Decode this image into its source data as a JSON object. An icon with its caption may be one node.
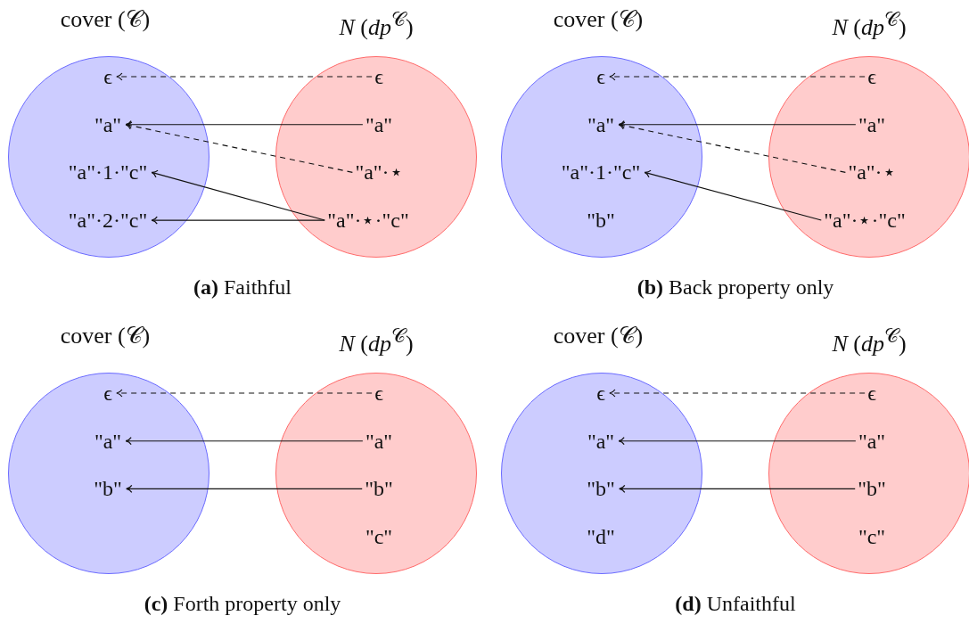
{
  "diagram": {
    "nodes": [
      {
        "text": [
          "cover (𝒞)"
        ]
      },
      {
        "text": [
          "ϵ"
        ],
        "in": 0
      },
      {
        "text": [
          "\"a\""
        ],
        "in": 0
      },
      {
        "text": [
          "\"a\"·1·\"c\""
        ],
        "in": 0
      },
      {
        "text": [
          "\"a\"·2·\"c\""
        ],
        "in": 0
      },
      {
        "text": [
          "*N* (*dp*$^{𝒞}$)"
        ]
      },
      {
        "text": [
          "ϵ"
        ],
        "in": 5
      },
      {
        "text": [
          "\"a\""
        ],
        "in": 5
      },
      {
        "text": [
          "\"a\"·⋆"
        ],
        "in": 5
      },
      {
        "text": [
          "\"a\"·⋆·\"c\""
        ],
        "in": 5
      },
      {
        "text": [
          "cover (𝒞)"
        ]
      },
      {
        "text": [
          "ϵ"
        ],
        "in": 10
      },
      {
        "text": [
          "\"a\""
        ],
        "in": 10
      },
      {
        "text": [
          "\"a\"·1·\"c\""
        ],
        "in": 10
      },
      {
        "text": [
          "\"b\""
        ],
        "in": 10
      },
      {
        "text": [
          "*N* (*dp*$^{𝒞}$)"
        ]
      },
      {
        "text": [
          "ϵ"
        ],
        "in": 15
      },
      {
        "text": [
          "\"a\""
        ],
        "in": 15
      },
      {
        "text": [
          "\"a\"·⋆"
        ],
        "in": 15
      },
      {
        "text": [
          "\"a\"·⋆·\"c\""
        ],
        "in": 15
      },
      {
        "text": [
          "cover (𝒞)"
        ]
      },
      {
        "text": [
          "ϵ"
        ],
        "in": 20
      },
      {
        "text": [
          "\"a\""
        ],
        "in": 20
      },
      {
        "text": [
          "\"b\""
        ],
        "in": 20
      },
      {
        "text": [
          "*N* (*dp*$^{𝒞}$)"
        ]
      },
      {
        "text": [
          "ϵ"
        ],
        "in": 24
      },
      {
        "text": [
          "\"a\""
        ],
        "in": 24
      },
      {
        "text": [
          "\"b\""
        ],
        "in": 24
      },
      {
        "text": [
          "\"c\""
        ],
        "in": 24
      },
      {
        "text": [
          "cover (𝒞)"
        ]
      },
      {
        "text": [
          "ϵ"
        ],
        "in": 29
      },
      {
        "text": [
          "\"a\""
        ],
        "in": 29
      },
      {
        "text": [
          "\"b\""
        ],
        "in": 29
      },
      {
        "text": [
          "\"d\""
        ],
        "in": 29
      },
      {
        "text": [
          "*N* (*dp*$^{𝒞}$)"
        ]
      },
      {
        "text": [
          "ϵ"
        ],
        "in": 34
      },
      {
        "text": [
          "\"a\""
        ],
        "in": 34
      },
      {
        "text": [
          "\"b\""
        ],
        "in": 34
      },
      {
        "text": [
          "\"c\""
        ],
        "in": 34
      }
    ],
    "edges": [
      {
        "from": 6,
        "to": 1,
        "arrow": "to",
        "style": "dashed"
      },
      {
        "from": 7,
        "to": 2,
        "arrow": "to"
      },
      {
        "from": 8,
        "to": 2,
        "arrow": "to",
        "style": "dashed"
      },
      {
        "from": 9,
        "to": 3,
        "arrow": "to"
      },
      {
        "from": 9,
        "to": 4,
        "arrow": "to"
      },
      {
        "from": 16,
        "to": 11,
        "arrow": "to",
        "style": "dashed"
      },
      {
        "from": 17,
        "to": 12,
        "arrow": "to"
      },
      {
        "from": 18,
        "to": 12,
        "arrow": "to",
        "style": "dashed"
      },
      {
        "from": 19,
        "to": 13,
        "arrow": "to"
      },
      {
        "from": 25,
        "to": 21,
        "arrow": "to",
        "style": "dashed"
      },
      {
        "from": 26,
        "to": 22,
        "arrow": "to"
      },
      {
        "from": 27,
        "to": 23,
        "arrow": "to"
      },
      {
        "from": 35,
        "to": 30,
        "arrow": "to",
        "style": "dashed"
      },
      {
        "from": 36,
        "to": 31,
        "arrow": "to"
      },
      {
        "from": 37,
        "to": 32,
        "arrow": "to"
      }
    ],
    "labels": [
      "**(a)** Faithful",
      "**(b)** Back property only",
      "**(c)** Forth property only",
      "**(d)** Unfaithful"
    ]
  }
}
